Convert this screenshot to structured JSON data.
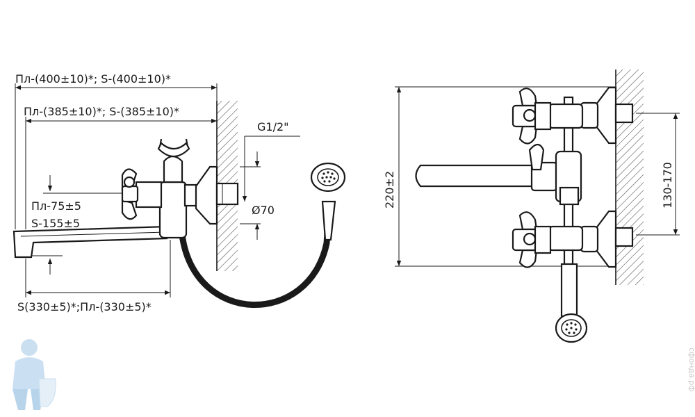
{
  "front_view": {
    "overall_length": "Пл-(400±10)*; S-(400±10)*",
    "mid_length": "Пл-(385±10)*; S-(385±10)*",
    "spout_length": "S(330±5)*;Пл-(330±5)*",
    "height_pl": "Пл-75±5",
    "height_s": "S-155±5",
    "thread": "G1/2\"",
    "flange_diameter": "Ø70"
  },
  "side_view": {
    "height": "220±2",
    "center_distance": "130-170"
  },
  "watermark": "сфонда.рф",
  "colors": {
    "line": "#1a1a1a",
    "hatch": "#555555",
    "logo": "#9fc6e6"
  }
}
